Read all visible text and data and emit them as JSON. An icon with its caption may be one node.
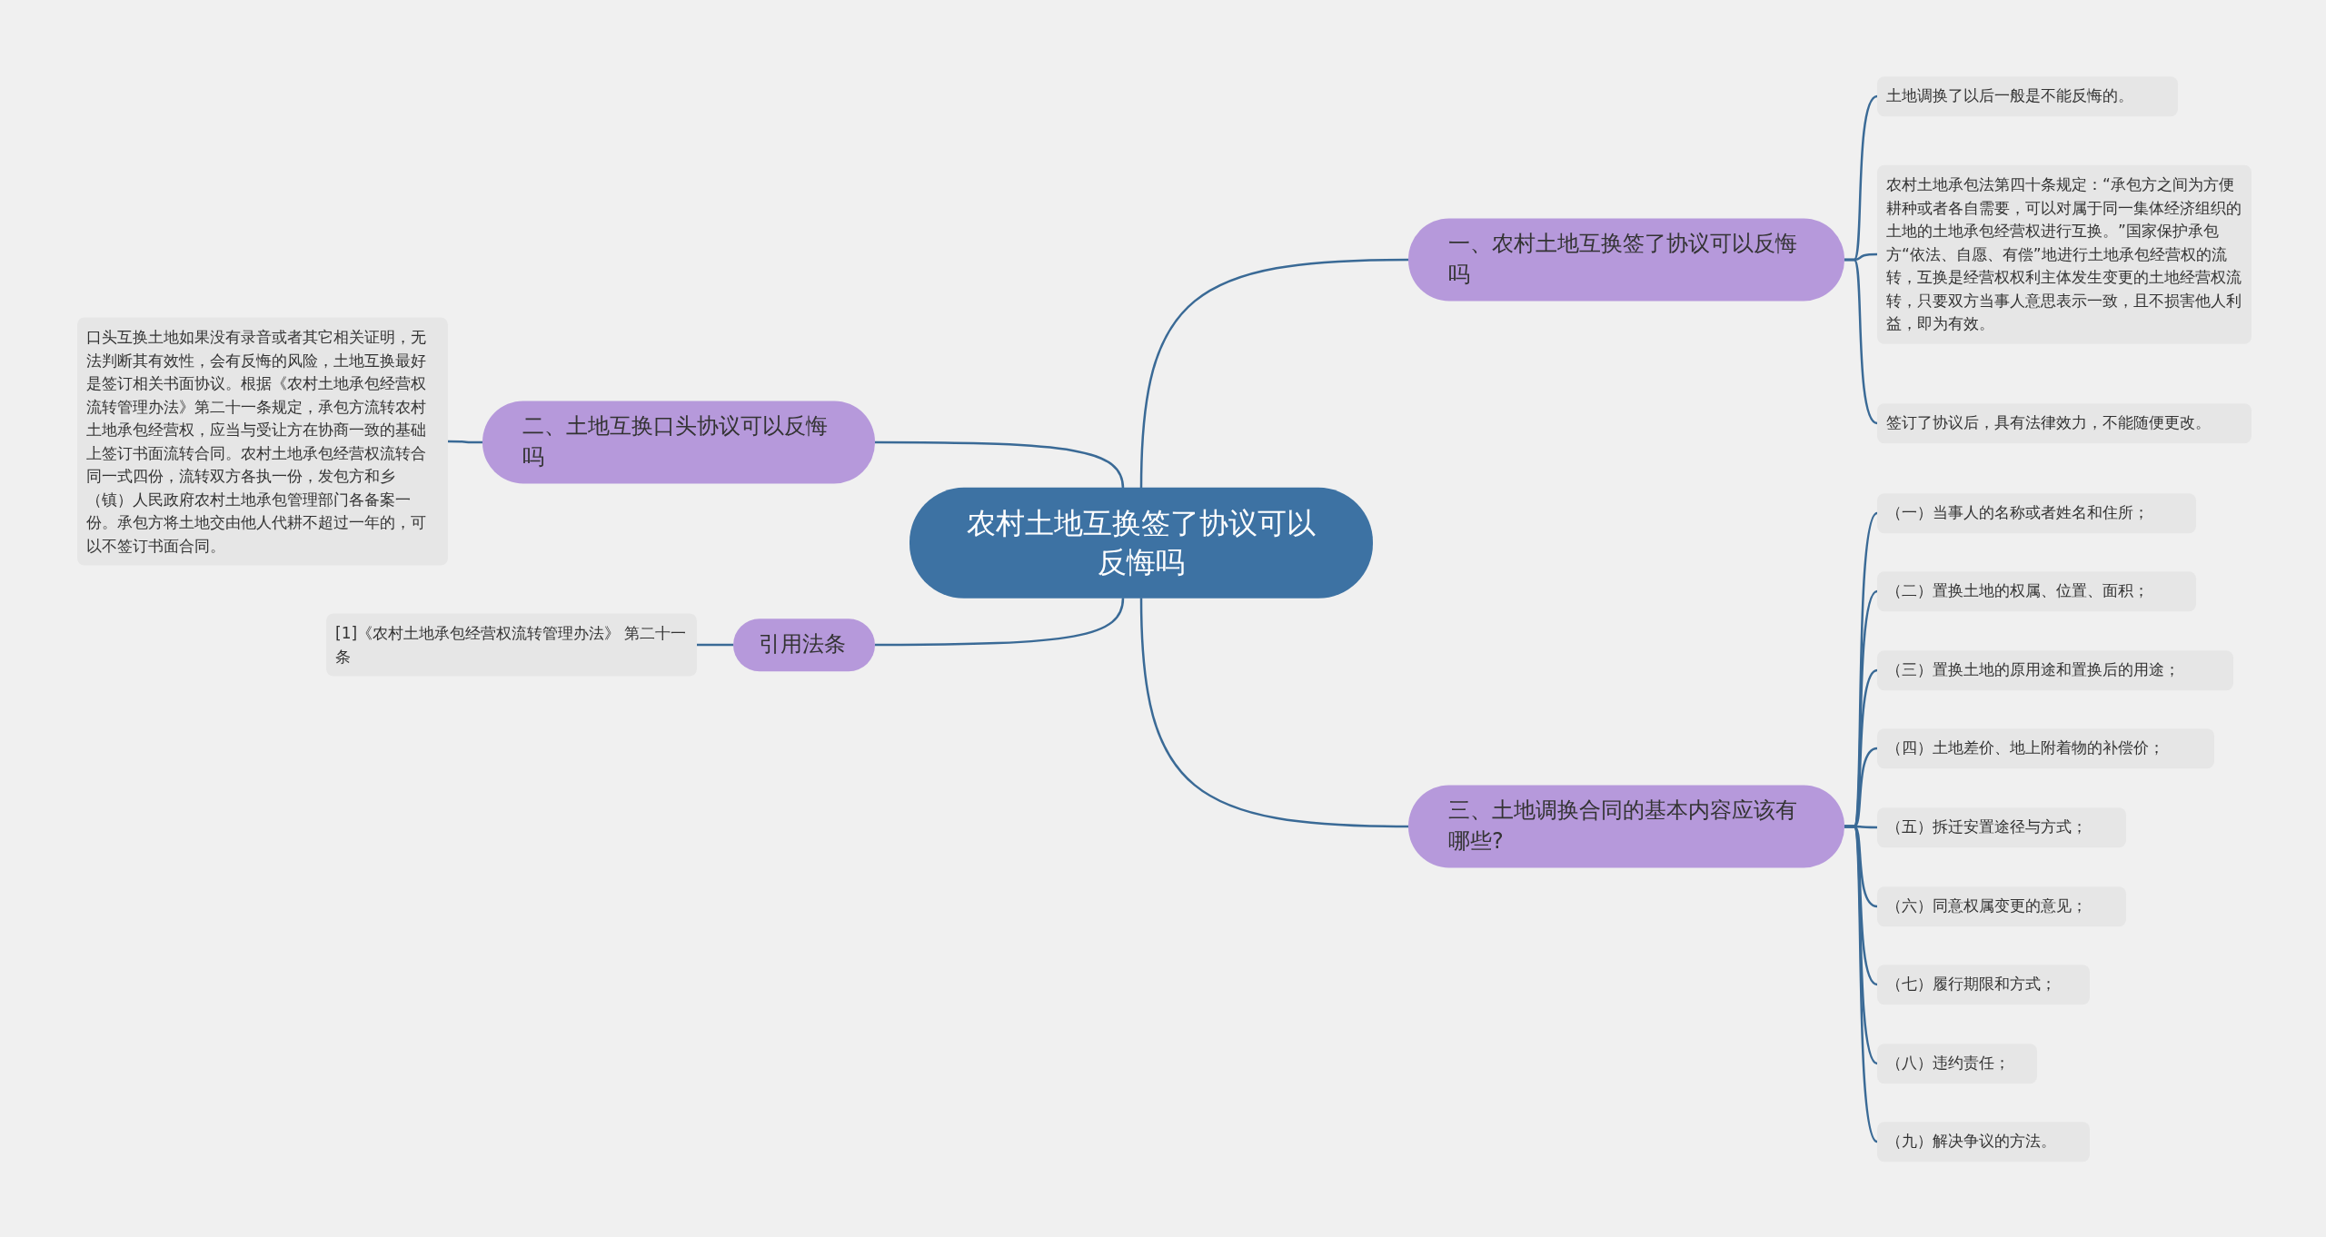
{
  "diagram": {
    "nodes": [
      {
        "text": [
          "农村土地互换签了协议可以反悔吗"
        ]
      },
      {
        "text": [
          "一、农村土地互换签了协议可以反悔吗"
        ]
      },
      {
        "text": [
          "土地调换了以后一般是不能反悔的。"
        ]
      },
      {
        "text": [
          "农村土地承包法第四十条规定：“承包方之间为方便耕种或者各自需要，可以对属于同一集体经济组织的土地的土地承包经营权进行互换。”国家保护承包方“依法、自愿、有偿”地进行土地承包经营权的流转，互换是经营权权利主体发生变更的土地经营权流转，只要双方当事人意思表示一致，且不损害他人利益，即为有效。"
        ]
      },
      {
        "text": [
          "签订了协议后，具有法律效力，不能随便更改。"
        ]
      },
      {
        "text": [
          "二、土地互换口头协议可以反悔吗"
        ]
      },
      {
        "text": [
          "口头互换土地如果没有录音或者其它相关证明，无法判断其有效性，会有反悔的风险，土地互换最好是签订相关书面协议。根据《农村土地承包经营权流转管理办法》第二十一条规定，承包方流转农村土地承包经营权，应当与受让方在协商一致的基础上签订书面流转合同。农村土地承包经营权流转合同一式四份，流转双方各执一份，发包方和乡（镇）人民政府农村土地承包管理部门各备案一份。承包方将土地交由他人代耕不超过一年的，可以不签订书面合同。"
        ]
      },
      {
        "text": [
          "三、土地调换合同的基本内容应该有哪些?"
        ]
      },
      {
        "text": [
          "（一）当事人的名称或者姓名和住所；"
        ]
      },
      {
        "text": [
          "（二）置换土地的权属、位置、面积；"
        ]
      },
      {
        "text": [
          "（三）置换土地的原用途和置换后的用途；"
        ]
      },
      {
        "text": [
          "（四）土地差价、地上附着物的补偿价；"
        ]
      },
      {
        "text": [
          "（五）拆迁安置途径与方式；"
        ]
      },
      {
        "text": [
          "（六）同意权属变更的意见；"
        ]
      },
      {
        "text": [
          "（七）履行期限和方式；"
        ]
      },
      {
        "text": [
          "（八）违约责任；"
        ]
      },
      {
        "text": [
          "（九）解决争议的方法。"
        ]
      },
      {
        "text": [
          "引用法条"
        ]
      },
      {
        "text": [
          "[1]《农村土地承包经营权流转管理办法》 第二十一条"
        ]
      }
    ],
    "edges": [
      {
        "from": 0,
        "to": 1,
        "arrow": "none"
      },
      {
        "from": 1,
        "to": 2,
        "arrow": "none"
      },
      {
        "from": 1,
        "to": 3,
        "arrow": "none"
      },
      {
        "from": 1,
        "to": 4,
        "arrow": "none"
      },
      {
        "from": 0,
        "to": 5,
        "arrow": "none"
      },
      {
        "from": 5,
        "to": 6,
        "arrow": "none"
      },
      {
        "from": 0,
        "to": 7,
        "arrow": "none"
      },
      {
        "from": 7,
        "to": 8,
        "arrow": "none"
      },
      {
        "from": 7,
        "to": 9,
        "arrow": "none"
      },
      {
        "from": 7,
        "to": 10,
        "arrow": "none"
      },
      {
        "from": 7,
        "to": 11,
        "arrow": "none"
      },
      {
        "from": 7,
        "to": 12,
        "arrow": "none"
      },
      {
        "from": 7,
        "to": 13,
        "arrow": "none"
      },
      {
        "from": 7,
        "to": 14,
        "arrow": "none"
      },
      {
        "from": 7,
        "to": 15,
        "arrow": "none"
      },
      {
        "from": 7,
        "to": 16,
        "arrow": "none"
      },
      {
        "from": 0,
        "to": 17,
        "arrow": "none"
      },
      {
        "from": 17,
        "to": 18,
        "arrow": "none"
      }
    ]
  }
}
